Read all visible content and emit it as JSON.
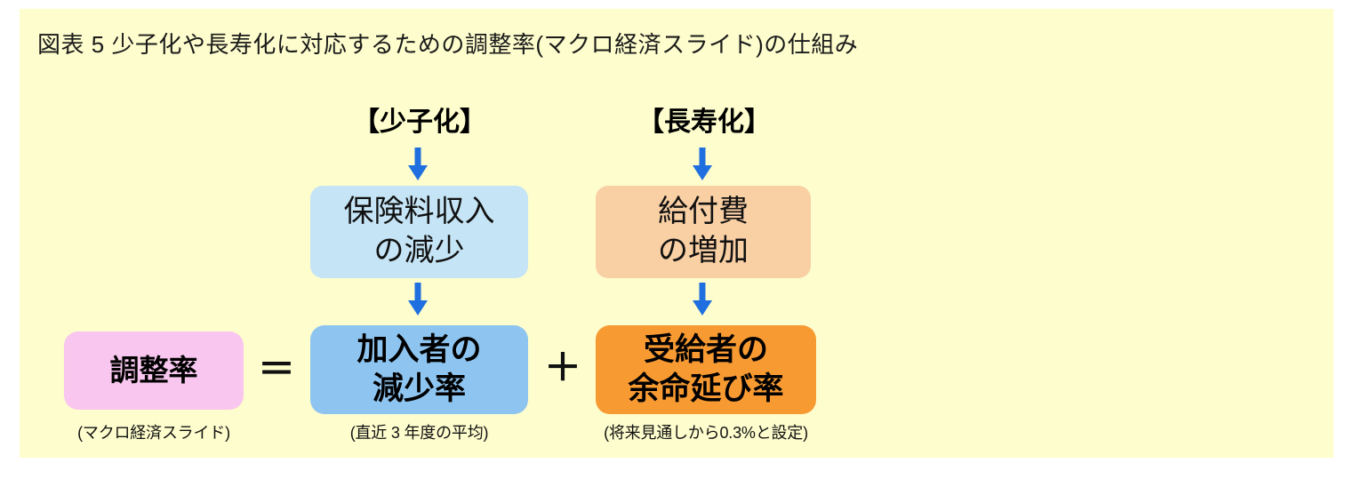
{
  "figure": {
    "title": "図表 5  少子化や長寿化に対応するための調整率(マクロ経済スライド)の仕組み",
    "background_color": "#fdfdcd",
    "arrow_color": "#1f6fe0"
  },
  "columns": {
    "left_header": "【少子化】",
    "right_header": "【長寿化】"
  },
  "causes": {
    "premium_decline": {
      "line1": "保険料収入",
      "line2": "の減少",
      "color": "#c5e4f5"
    },
    "benefit_increase": {
      "line1": "給付費",
      "line2": "の増加",
      "color": "#f9cfa4"
    }
  },
  "formula": {
    "adjustment_rate": {
      "line1": "調整率",
      "caption": "(マクロ経済スライド)",
      "color": "#f8c6ee"
    },
    "operator_equals": "＝",
    "member_decline": {
      "line1": "加入者の",
      "line2": "減少率",
      "caption": "(直近 3 年度の平均)",
      "color": "#8ec5f0"
    },
    "operator_plus": "＋",
    "life_expectancy": {
      "line1": "受給者の",
      "line2": "余命延び率",
      "caption": "(将来見通しから0.3%と設定)",
      "color": "#f89a32"
    }
  },
  "arrows": {
    "shoshika_top": "down-arrow-icon",
    "chojuka_top": "down-arrow-icon",
    "shoshika_mid": "down-arrow-icon",
    "chojuka_mid": "down-arrow-icon"
  }
}
